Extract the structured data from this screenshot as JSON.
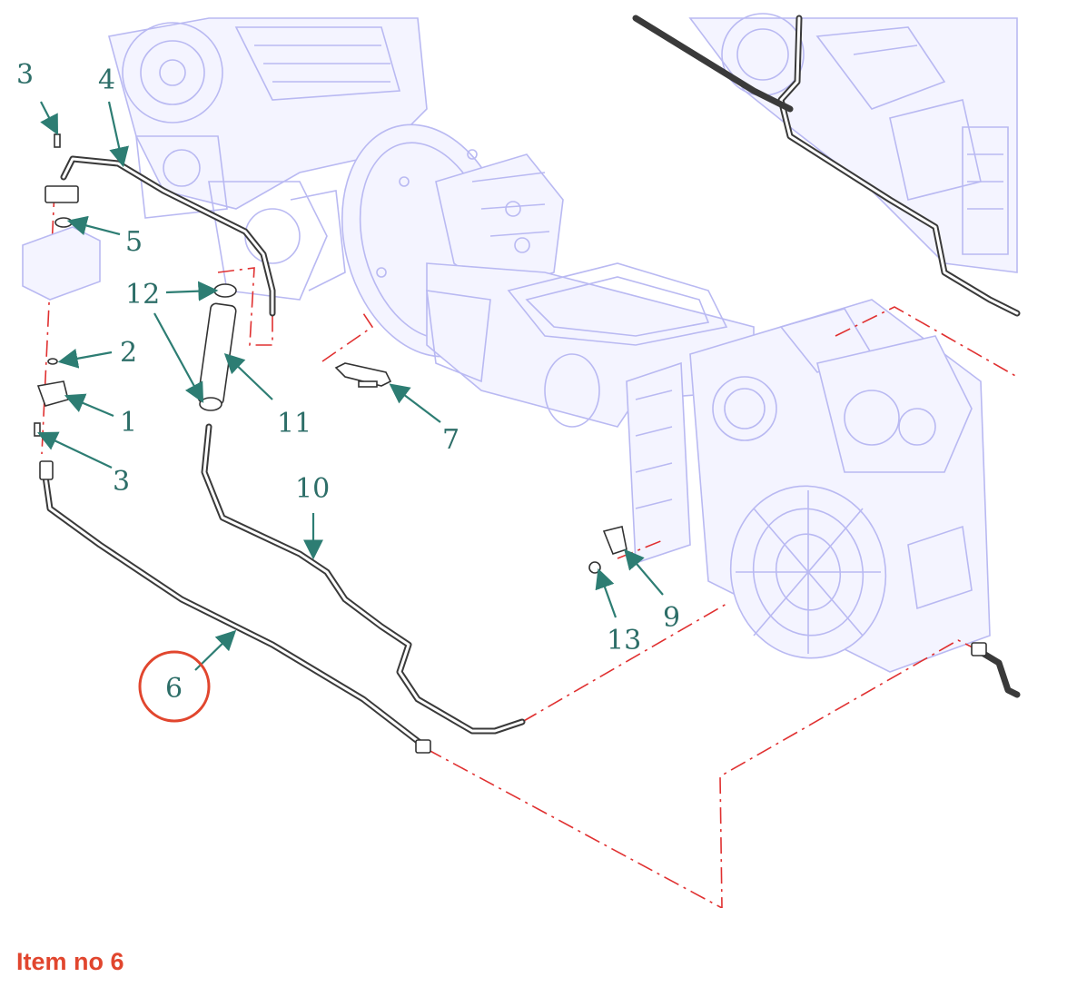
{
  "caption": "Item no 6",
  "highlighted_item": "6",
  "callouts": {
    "c1": "1",
    "c2": "2",
    "c3a": "3",
    "c3b": "3",
    "c4": "4",
    "c5": "5",
    "c6": "6",
    "c7": "7",
    "c9": "9",
    "c10": "10",
    "c11": "11",
    "c12": "12",
    "c13": "13"
  },
  "colors": {
    "callout_teal": "#2d6e68",
    "highlight_red": "#e1462e",
    "engine_lavender": "#b9b9f2",
    "guide_line_red": "#e03030"
  }
}
